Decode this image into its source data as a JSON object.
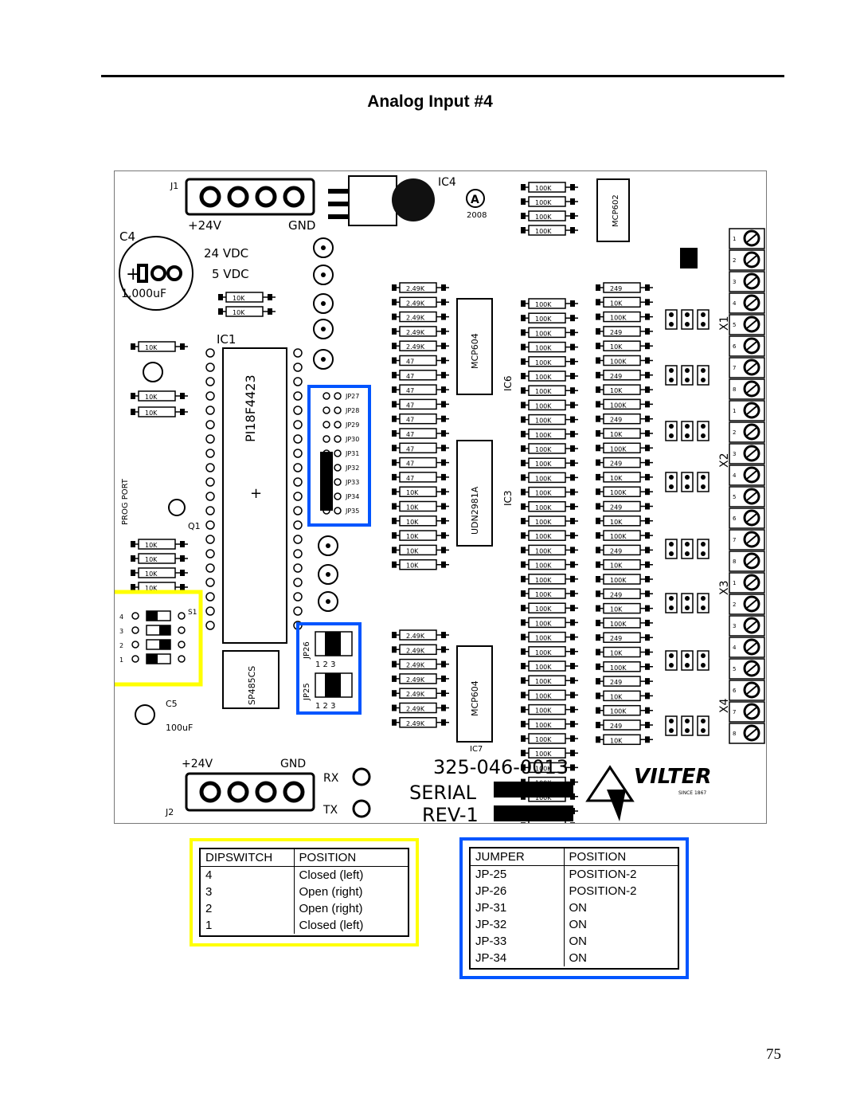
{
  "page": {
    "title": "Analog Input #4",
    "page_number": "75"
  },
  "board": {
    "part_number": "325-046-0013",
    "serial": "SERIAL",
    "rev": "REV-1",
    "brand": "VILTER",
    "brand_sub": "SINCE 1867",
    "j1": "J1",
    "j2": "J2",
    "plus24_top": "+24V",
    "gnd_top": "GND",
    "plus24_bot": "+24V",
    "gnd_bot": "GND",
    "c4": "C4",
    "c4_val": "1,000uF",
    "vdc24": "24 VDC",
    "vdc5": "5 VDC",
    "ic1": "IC1",
    "ic1_part": "PI18F4423",
    "ic4": "IC4",
    "year": "2008",
    "prog_port": "PROG PORT",
    "q1": "Q1",
    "s1": "S1",
    "c5": "C5",
    "c5_val": "100uF",
    "rx": "RX",
    "tx": "TX",
    "x1": "X1",
    "x2": "X2",
    "x3": "X3",
    "x4": "X4",
    "ic3_part": "UDN2981A",
    "ic3": "IC3",
    "ic6": "IC6",
    "ic6_part": "MCP604",
    "ic7": "IC7",
    "ic7_part": "MCP604",
    "ic5_part": "MCP602",
    "sp485": "SP485CS",
    "jp25": "JP25",
    "jp26": "JP26",
    "jp_labels": [
      "JP27",
      "JP28",
      "JP29",
      "JP30",
      "JP31",
      "JP32",
      "JP33",
      "JP34",
      "JP35"
    ],
    "val_49k": "2.49K",
    "val_47": "47",
    "val_10k": "10K",
    "val_100k": "100K",
    "val_249": "249"
  },
  "dipswitch_table": {
    "headers": [
      "DIPSWITCH",
      "POSITION"
    ],
    "rows": [
      {
        "switch": "4",
        "position": "Closed (left)"
      },
      {
        "switch": "3",
        "position": "Open (right)"
      },
      {
        "switch": "2",
        "position": "Open (right)"
      },
      {
        "switch": "1",
        "position": "Closed (left)"
      }
    ]
  },
  "jumper_table": {
    "headers": [
      "JUMPER",
      "POSITION"
    ],
    "rows": [
      {
        "jumper": "JP-25",
        "position": "POSITION-2"
      },
      {
        "jumper": "JP-26",
        "position": "POSITION-2"
      },
      {
        "jumper": "JP-31",
        "position": "ON"
      },
      {
        "jumper": "JP-32",
        "position": "ON"
      },
      {
        "jumper": "JP-33",
        "position": "ON"
      },
      {
        "jumper": "JP-34",
        "position": "ON"
      }
    ]
  },
  "colors": {
    "dip_highlight": "#ffff00",
    "jumper_highlight": "#0055ff"
  }
}
